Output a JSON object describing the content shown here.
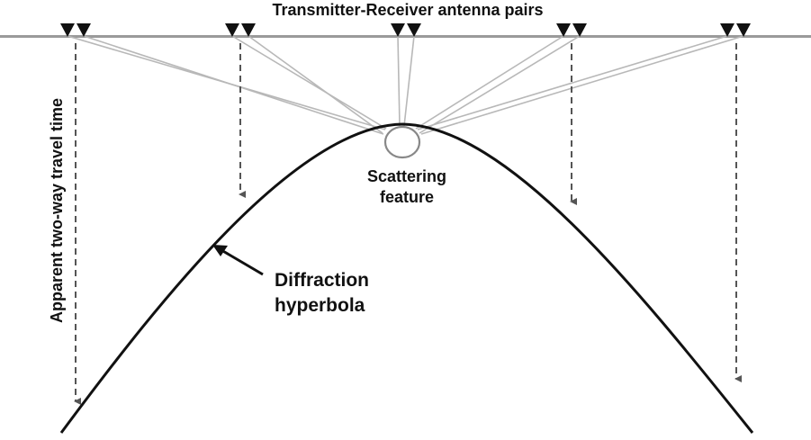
{
  "labels": {
    "top": "Transmitter-Receiver antenna pairs",
    "vertical_axis": "Apparent two-way travel time",
    "scatter_line1": "Scattering",
    "scatter_line2": "feature",
    "hyperbola_line1": "Diffraction",
    "hyperbola_line2": "hyperbola"
  },
  "antenna_pairs": [
    {
      "id": "pair-1",
      "symbol": "antenna-triangle-icon"
    },
    {
      "id": "pair-2",
      "symbol": "antenna-triangle-icon"
    },
    {
      "id": "pair-3",
      "symbol": "antenna-triangle-icon"
    },
    {
      "id": "pair-4",
      "symbol": "antenna-triangle-icon"
    },
    {
      "id": "pair-5",
      "symbol": "antenna-triangle-icon"
    }
  ],
  "colors": {
    "ground_line": "#9a9a9a",
    "ray_paths": "#b8b8b8",
    "antenna": "#111111",
    "hyperbola": "#111111",
    "travel_time_arrows": "#555555",
    "scatterer": "#888888"
  }
}
